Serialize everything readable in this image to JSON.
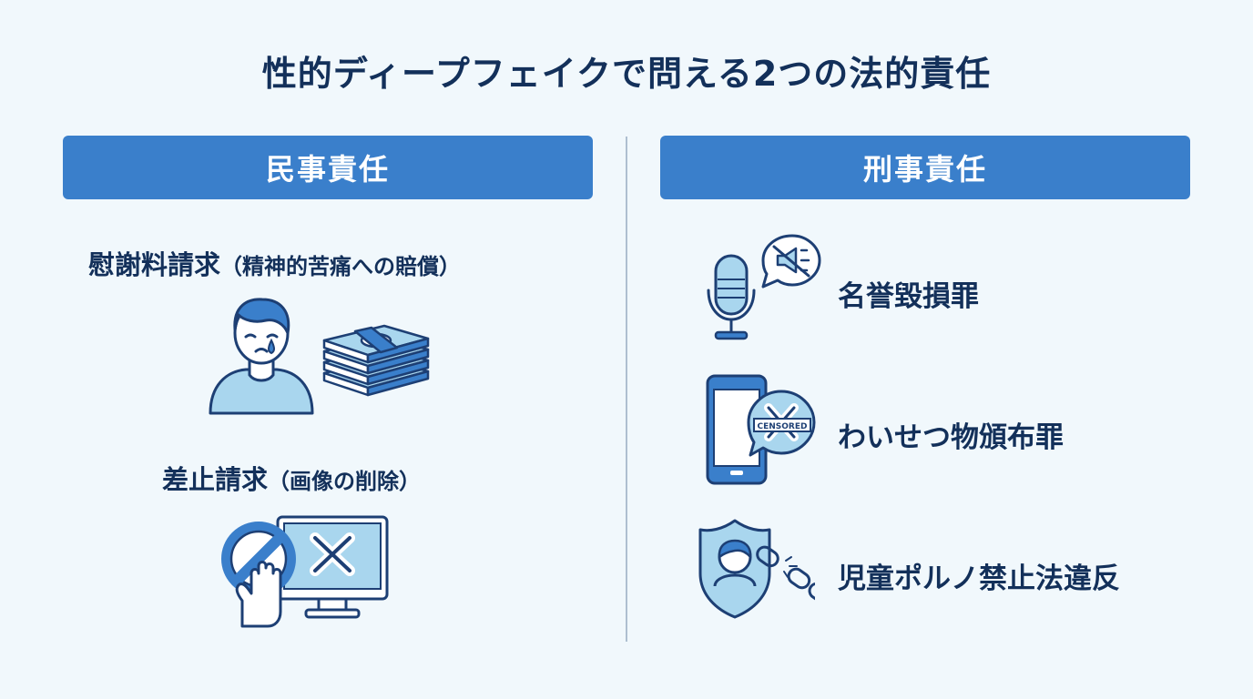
{
  "title": "性的ディープフェイクで問える2つの法的責任",
  "columns": {
    "civil": {
      "header": "民事責任",
      "items": [
        {
          "title": "慰謝料請求",
          "note": "（精神的苦痛への賠償）",
          "icons": [
            "crying-person-icon",
            "money-stack-icon"
          ]
        },
        {
          "title": "差止請求",
          "note": "（画像の削除）",
          "icons": [
            "prohibited-hand-icon",
            "monitor-x-icon"
          ]
        }
      ]
    },
    "criminal": {
      "header": "刑事責任",
      "items": [
        {
          "label": "名誉毀損罪",
          "icon": "microphone-muted-speech-icon"
        },
        {
          "label": "わいせつ物頒布罪",
          "icon": "smartphone-censored-icon",
          "badge": "CENSORED"
        },
        {
          "label": "児童ポルノ禁止法違反",
          "icon": "shield-child-broken-chain-icon"
        }
      ]
    }
  },
  "colors": {
    "background": "#f1f8fc",
    "header_bg": "#3a7fcb",
    "text": "#13305a",
    "icon_fill": "#a9d6ee",
    "icon_stroke": "#1d3f74",
    "accent_blue": "#3a7fcb"
  }
}
